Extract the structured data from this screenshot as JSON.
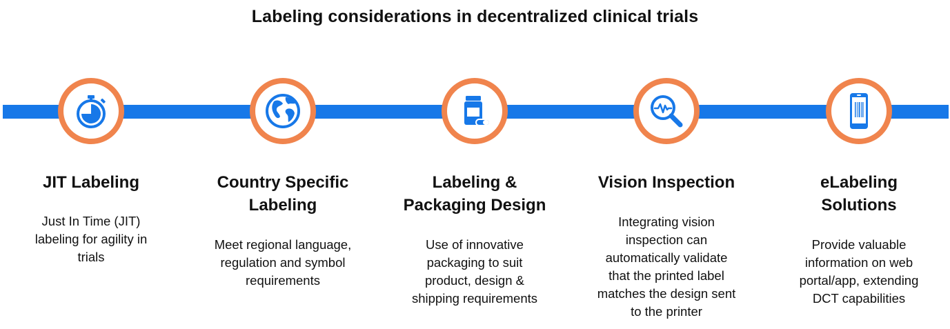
{
  "title": "Labeling considerations in decentralized clinical trials",
  "colors": {
    "accent_line": "#1778e8",
    "ring": "#f0844d",
    "icon": "#1778e8"
  },
  "items": [
    {
      "icon": "stopwatch-icon",
      "heading": [
        "JIT Labeling"
      ],
      "description": [
        "Just In Time (JIT)",
        "labeling for agility in",
        "trials"
      ]
    },
    {
      "icon": "globe-icon",
      "heading": [
        "Country Specific",
        "Labeling"
      ],
      "description": [
        "Meet regional language,",
        "regulation and symbol",
        "requirements"
      ]
    },
    {
      "icon": "medicine-bottle-icon",
      "heading": [
        "Labeling &",
        "Packaging Design"
      ],
      "description": [
        "Use of innovative",
        "packaging to suit",
        "product, design &",
        "shipping requirements"
      ]
    },
    {
      "icon": "magnifier-pulse-icon",
      "heading": [
        "Vision Inspection"
      ],
      "description": [
        "Integrating vision",
        "inspection can",
        "automatically validate",
        "that the printed label",
        "matches the design sent",
        "to the printer"
      ]
    },
    {
      "icon": "smartphone-barcode-icon",
      "heading": [
        "eLabeling",
        "Solutions"
      ],
      "description": [
        "Provide valuable",
        "information on web",
        "portal/app, extending",
        "DCT capabilities"
      ]
    }
  ]
}
